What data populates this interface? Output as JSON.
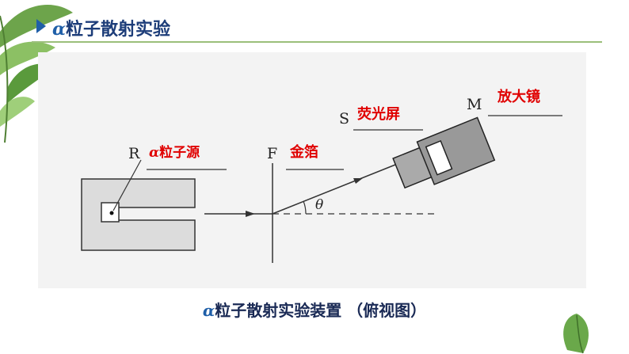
{
  "title": {
    "alpha": "α",
    "text": "粒子散射实验"
  },
  "diagram": {
    "letters": {
      "R": "R",
      "F": "F",
      "S": "S",
      "M": "M",
      "theta": "θ"
    },
    "labels": {
      "source_alpha": "α",
      "source_text": "粒子源",
      "foil": "金箔",
      "screen": "荧光屏",
      "magnifier": "放大镜"
    },
    "scatter_angle_deg": 17
  },
  "caption": {
    "alpha": "α",
    "text": "粒子散射实验装置 （俯视图）"
  },
  "colors": {
    "title": "#1d3d79",
    "accent": "#1f5fa8",
    "label_red": "#e00000",
    "panel": "#f3f3f3"
  }
}
